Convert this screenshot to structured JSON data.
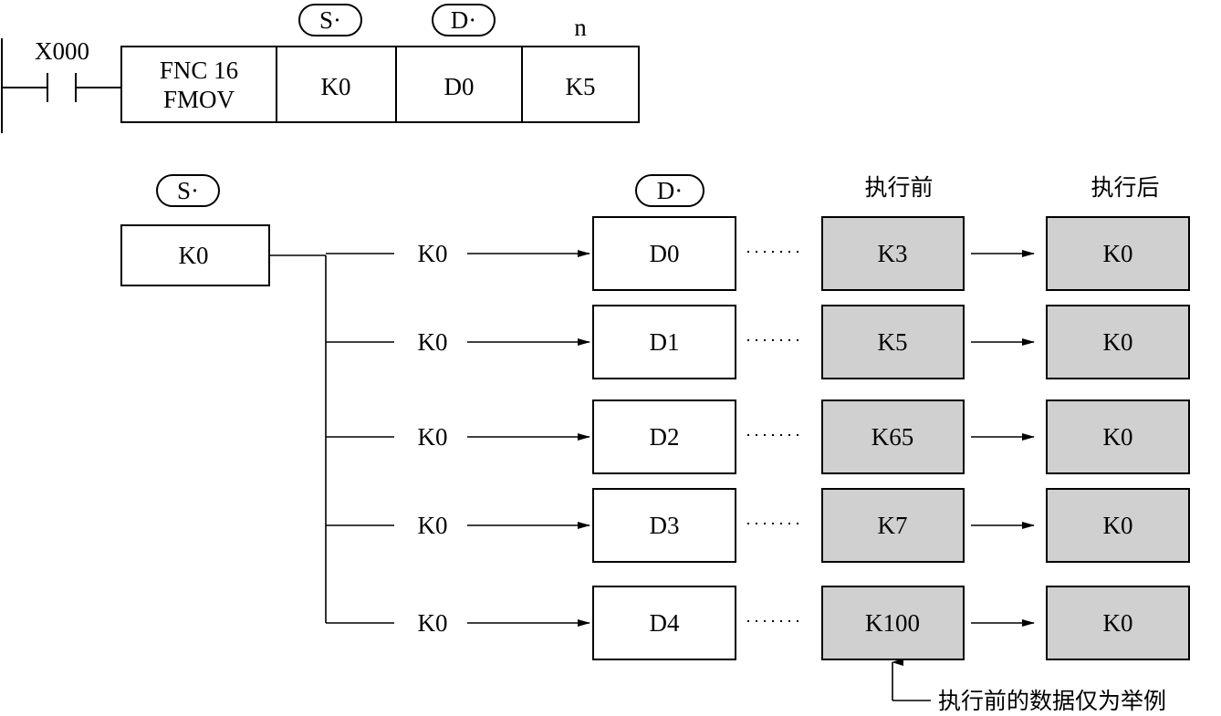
{
  "ladder": {
    "contact_label": "X000",
    "instr_line1": "FNC 16",
    "instr_line2": "FMOV",
    "s_tag": "S·",
    "d_tag": "D·",
    "n_tag": "n",
    "s_operand": "K0",
    "d_operand": "D0",
    "n_operand": "K5"
  },
  "diagram": {
    "source_tag": "S·",
    "source_value": "K0",
    "dest_tag": "D·",
    "before_header": "执行前",
    "after_header": "执行后",
    "rows": [
      {
        "moved": "K0",
        "register": "D0",
        "before": "K3",
        "after": "K0"
      },
      {
        "moved": "K0",
        "register": "D1",
        "before": "K5",
        "after": "K0"
      },
      {
        "moved": "K0",
        "register": "D2",
        "before": "K65",
        "after": "K0"
      },
      {
        "moved": "K0",
        "register": "D3",
        "before": "K7",
        "after": "K0"
      },
      {
        "moved": "K0",
        "register": "D4",
        "before": "K100",
        "after": "K0"
      }
    ],
    "note": "执行前的数据仅为举例"
  }
}
